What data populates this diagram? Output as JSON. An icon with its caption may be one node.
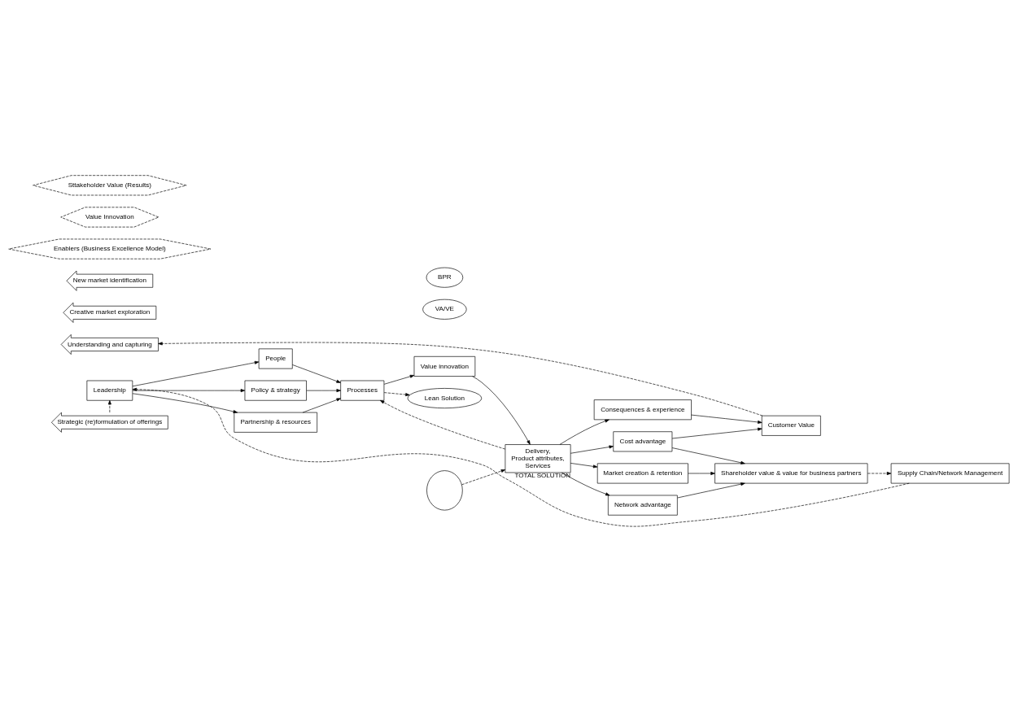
{
  "diagram": {
    "nodes": [
      {
        "text": [
          "Understanding and capturing"
        ]
      },
      {
        "text": [
          "Creative market exploration"
        ]
      },
      {
        "text": [
          "New market identification"
        ]
      },
      {
        "text": [
          "Strategic (re)formulation of offerings"
        ]
      },
      {
        "text": [
          "Leadership"
        ]
      },
      {
        "text": [
          "People"
        ]
      },
      {
        "text": [
          "Policy & strategy"
        ]
      },
      {
        "text": [
          "Partnership & resources"
        ]
      },
      {
        "text": [
          "Processes"
        ]
      },
      {
        "text": [
          "Value innovation"
        ]
      },
      {
        "text": [
          "Delivery,",
          "Product attributes,",
          "Services"
        ],
        "beside": [
          "TOTAL SOLUTION"
        ]
      },
      {
        "text": [
          "Lean Solution"
        ]
      },
      {
        "text": [
          "VA/VE"
        ]
      },
      {
        "text": [
          "BPR"
        ]
      },
      {
        "text": [],
        "shape": "ellipse"
      },
      {
        "text": [
          "Consequences & experience"
        ]
      },
      {
        "text": [
          "Cost advantage"
        ]
      },
      {
        "text": [
          "Market creation & retention"
        ]
      },
      {
        "text": [
          "Network advantage"
        ]
      },
      {
        "text": [
          "Customer Value"
        ]
      },
      {
        "text": [
          "Shareholder value & value for business partners"
        ]
      },
      {
        "text": [
          "Supply Chain/Network Management"
        ]
      },
      {
        "text": [
          "Enablers (Business Excellence Model)"
        ]
      },
      {
        "text": [
          "Value Innovation"
        ]
      },
      {
        "text": [
          "Sttakeholder Value (Results)"
        ]
      }
    ],
    "edges": [
      {
        "from": 4,
        "to": 5,
        "arrow": "to"
      },
      {
        "from": 4,
        "to": 6,
        "arrow": "to"
      },
      {
        "from": 4,
        "to": 7,
        "arrow": "to"
      },
      {
        "from": 5,
        "to": 8,
        "arrow": "to"
      },
      {
        "from": 6,
        "to": 8,
        "arrow": "to"
      },
      {
        "from": 7,
        "to": 8,
        "arrow": "to"
      },
      {
        "from": 8,
        "to": 9,
        "arrow": "to"
      },
      {
        "from": 9,
        "to": 10,
        "arrow": "to"
      },
      {
        "from": 10,
        "to": 8,
        "arrow": "to",
        "style": "dashed"
      },
      {
        "from": 8,
        "to": 11,
        "arrow": "to",
        "style": "dashed"
      },
      {
        "from": 14,
        "to": 10,
        "arrow": "to",
        "style": "dashed"
      },
      {
        "from": 10,
        "to": 15,
        "arrow": "to"
      },
      {
        "from": 10,
        "to": 16,
        "arrow": "to"
      },
      {
        "from": 10,
        "to": 17,
        "arrow": "to"
      },
      {
        "from": 10,
        "to": 18,
        "arrow": "to"
      },
      {
        "from": 15,
        "to": 19,
        "arrow": "to"
      },
      {
        "from": 16,
        "to": 19,
        "arrow": "to"
      },
      {
        "from": 16,
        "to": 20,
        "arrow": "to"
      },
      {
        "from": 17,
        "to": 20,
        "arrow": "to"
      },
      {
        "from": 18,
        "to": 20,
        "arrow": "to"
      },
      {
        "from": 19,
        "to": 0,
        "arrow": "to",
        "style": "dashed"
      },
      {
        "from": 3,
        "to": 4,
        "arrow": "to",
        "style": "dashed"
      },
      {
        "from": 20,
        "to": 21,
        "arrow": "to",
        "style": "dashed"
      },
      {
        "from": 21,
        "to": 4,
        "arrow": "to",
        "style": "dashed"
      }
    ]
  }
}
